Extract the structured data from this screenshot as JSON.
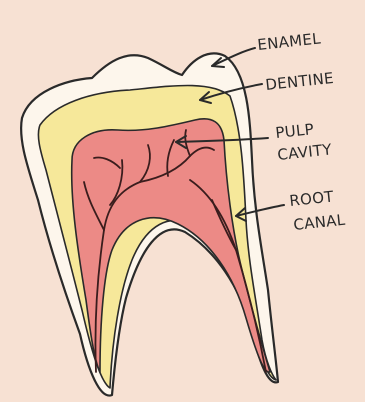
{
  "labels": {
    "enamel": "ENAMEL",
    "dentine": "DENTINE",
    "pulp_line1": "PULP",
    "pulp_line2": "CAVITY",
    "root_line1": "ROOT",
    "root_line2": "CANAL"
  },
  "colors": {
    "background": "#f7e1d3",
    "enamel": "#fdf6ec",
    "dentine": "#f6e89a",
    "pulp": "#ec8a86",
    "outline": "#2a2a2a"
  }
}
